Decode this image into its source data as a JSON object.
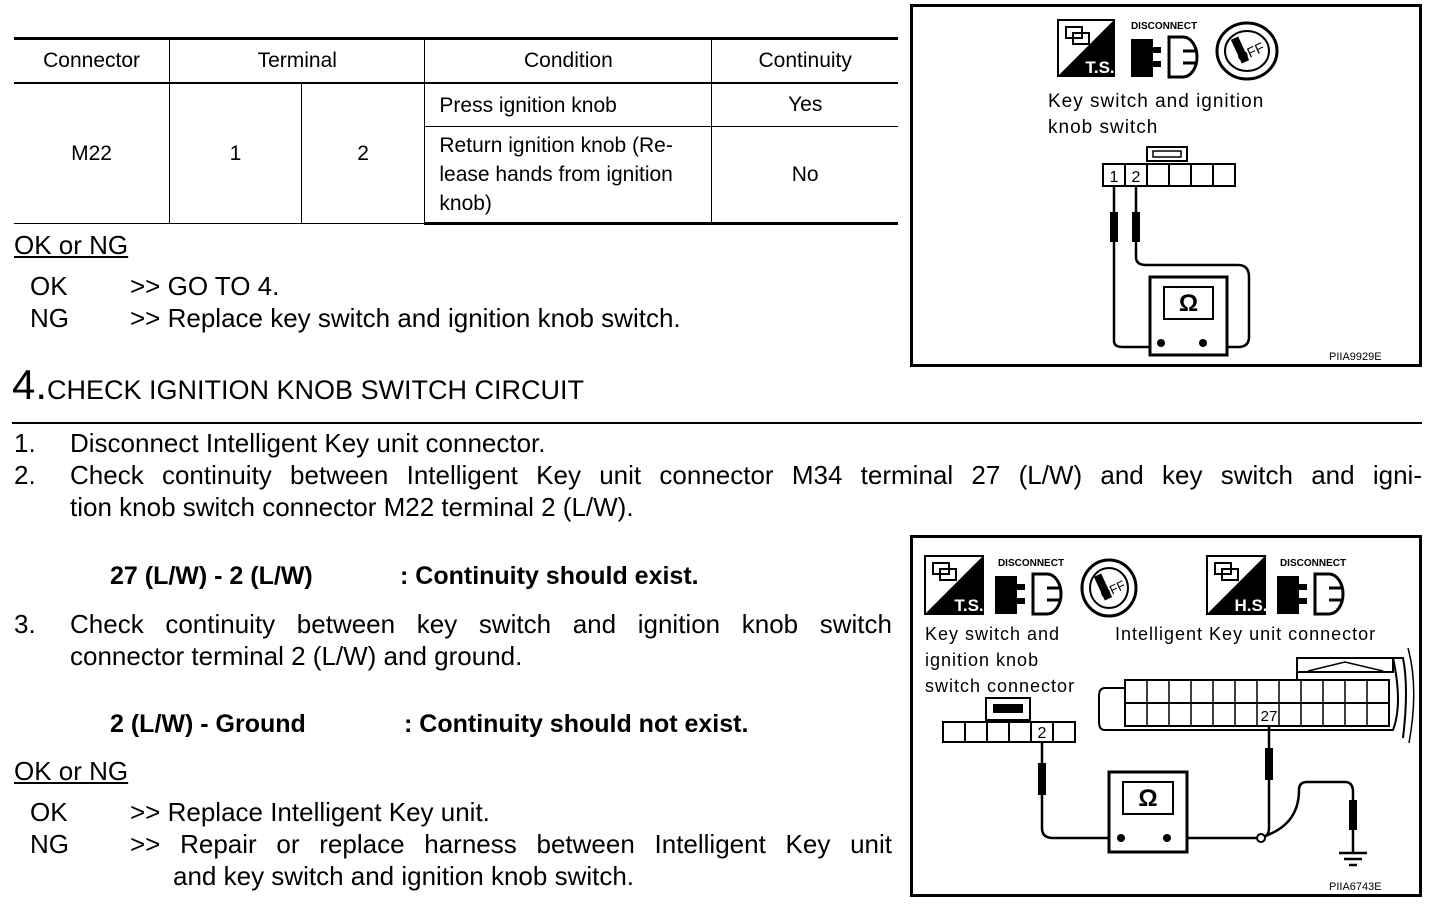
{
  "table": {
    "headers": [
      "Connector",
      "Terminal",
      "Condition",
      "Continuity"
    ],
    "connector": "M22",
    "terminal_a": "1",
    "terminal_b": "2",
    "rows": [
      {
        "condition": "Press ignition knob",
        "continuity": "Yes"
      },
      {
        "condition_lines": [
          "Return ignition knob (Re-",
          "lease hands from ignition",
          "knob)"
        ],
        "continuity": "No"
      }
    ]
  },
  "result1": {
    "heading": "OK or NG",
    "ok_key": "OK",
    "ok_text": ">> GO TO 4.",
    "ng_key": "NG",
    "ng_text": ">> Replace key switch and ignition knob switch."
  },
  "step4": {
    "number": "4.",
    "title": "CHECK IGNITION KNOB SWITCH CIRCUIT",
    "item1_num": "1.",
    "item1": "Disconnect Intelligent Key unit connector.",
    "item2_num": "2.",
    "item2_line1": "Check continuity between Intelligent Key unit connector M34 terminal 27 (L/W) and key switch and igni-",
    "item2_line2": "tion knob switch connector M22 terminal 2 (L/W).",
    "spec1_left": "27 (L/W) - 2 (L/W)",
    "spec1_right": ": Continuity should exist.",
    "item3_num": "3.",
    "item3_line1": "Check continuity between key switch and ignition knob switch",
    "item3_line2": "connector terminal 2 (L/W) and ground.",
    "spec2_left": "2 (L/W) - Ground",
    "spec2_right": ": Continuity should not exist."
  },
  "result2": {
    "heading": "OK or NG",
    "ok_key": "OK",
    "ok_text": ">> Replace Intelligent Key unit.",
    "ng_key": "NG",
    "ng_line1": ">> Repair or replace harness between Intelligent Key unit",
    "ng_line2": "and key switch and ignition knob switch."
  },
  "figure1": {
    "icon_ts": "T.S.",
    "icon_disconnect": "DISCONNECT",
    "icon_off": "OFF",
    "label_line1": "Key switch and ignition",
    "label_line2": "knob switch",
    "pin1": "1",
    "pin2": "2",
    "meter": "Ω",
    "code": "PIIA9929E"
  },
  "figure2": {
    "icon_ts": "T.S.",
    "icon_hs": "H.S.",
    "icon_disconnect": "DISCONNECT",
    "icon_off": "OFF",
    "left_label_lines": [
      "Key switch and",
      "ignition knob",
      "switch connector"
    ],
    "right_label": "Intelligent Key unit connector",
    "pin2": "2",
    "pin27": "27",
    "meter": "Ω",
    "code": "PIIA6743E"
  }
}
